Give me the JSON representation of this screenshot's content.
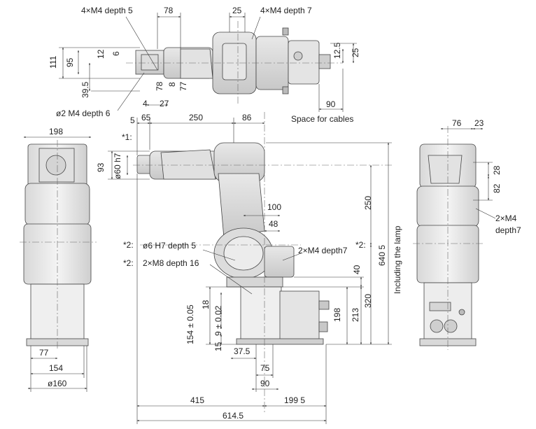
{
  "labels": {
    "top_tap_left": "4×M4 depth 5",
    "top_dim_78": "78",
    "top_dim_25": "25",
    "top_tap_right": "4×M4 depth 7",
    "top_dim_111": "111",
    "top_dim_95": "95",
    "top_dim_12": "12",
    "top_dim_6": "6",
    "top_dim_39_5": "39.5",
    "top_dim_78v": "78",
    "top_dim_8": "8",
    "top_dim_77v": "77",
    "top_dim_12_5": "12.5",
    "top_dim_25v": "25",
    "top_hole": "ø2 M4 depth 6",
    "top_dim_4": "4",
    "top_dim_27": "27",
    "top_dim_90": "90",
    "space_for_cables": "Space for cables",
    "mid_dim_5": "5",
    "mid_dim_65": "65",
    "mid_dim_250": "250",
    "mid_dim_86": "86",
    "note1": "*1:",
    "mid_dim_93": "93",
    "mid_dim_60h7": "ø60 h7",
    "mid_dim_250v": "250",
    "mid_dim_100": "100",
    "mid_dim_48": "48",
    "note2a": "*2:",
    "mid_hole_6h7": "ø6 H7 depth 5",
    "mid_tap_m4": "2×M4 depth7",
    "note2b": "*2:",
    "note2c": "*2:",
    "mid_tap_m8": "2×M8 depth 16",
    "mid_dim_640": "640 5",
    "including_lamp": "Including the lamp",
    "mid_dim_40": "40",
    "mid_dim_320": "320",
    "mid_dim_154": "154 ± 0.05",
    "mid_dim_18": "18",
    "mid_dim_9": "9 ± 0.02",
    "mid_dim_15": "15",
    "mid_dim_198v": "198",
    "mid_dim_213": "213",
    "mid_dim_37_5": "37.5",
    "mid_dim_75": "75",
    "mid_dim_90": "90",
    "bottom_dim_415": "415",
    "bottom_dim_199_5": "199 5",
    "bottom_dim_614_5": "614.5",
    "left_dim_198": "198",
    "left_dim_77": "77",
    "left_dim_154": "154",
    "left_dim_160": "ø160",
    "right_dim_76": "76",
    "right_dim_23": "23",
    "right_dim_28": "28",
    "right_dim_82": "82",
    "right_tap_m4": "2×M4",
    "right_tap_depth": "depth7"
  }
}
